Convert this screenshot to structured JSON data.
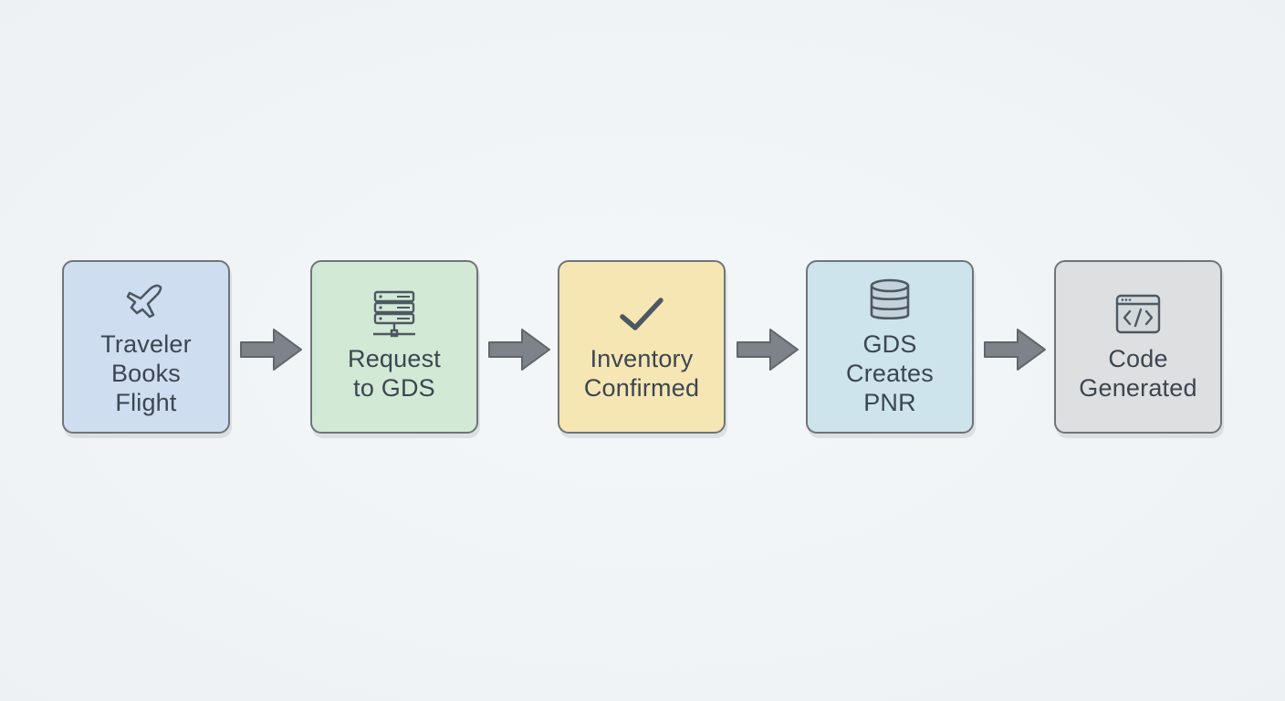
{
  "diagram": {
    "steps": [
      {
        "label": "Traveler\nBooks\nFlight",
        "icon": "airplane-icon",
        "color": "#cfddf1"
      },
      {
        "label": "Request\nto GDS",
        "icon": "server-icon",
        "color": "#d2e9d6"
      },
      {
        "label": "Inventory\nConfirmed",
        "icon": "checkmark-icon",
        "color": "#f6e6b4"
      },
      {
        "label": "GDS\nCreates\nPNR",
        "icon": "database-icon",
        "color": "#cde4ec"
      },
      {
        "label": "Code\nGenerated",
        "icon": "code-window-icon",
        "color": "#dedfe1"
      }
    ],
    "arrow_color": "#7c8389",
    "icon_color": "#4e5862"
  }
}
